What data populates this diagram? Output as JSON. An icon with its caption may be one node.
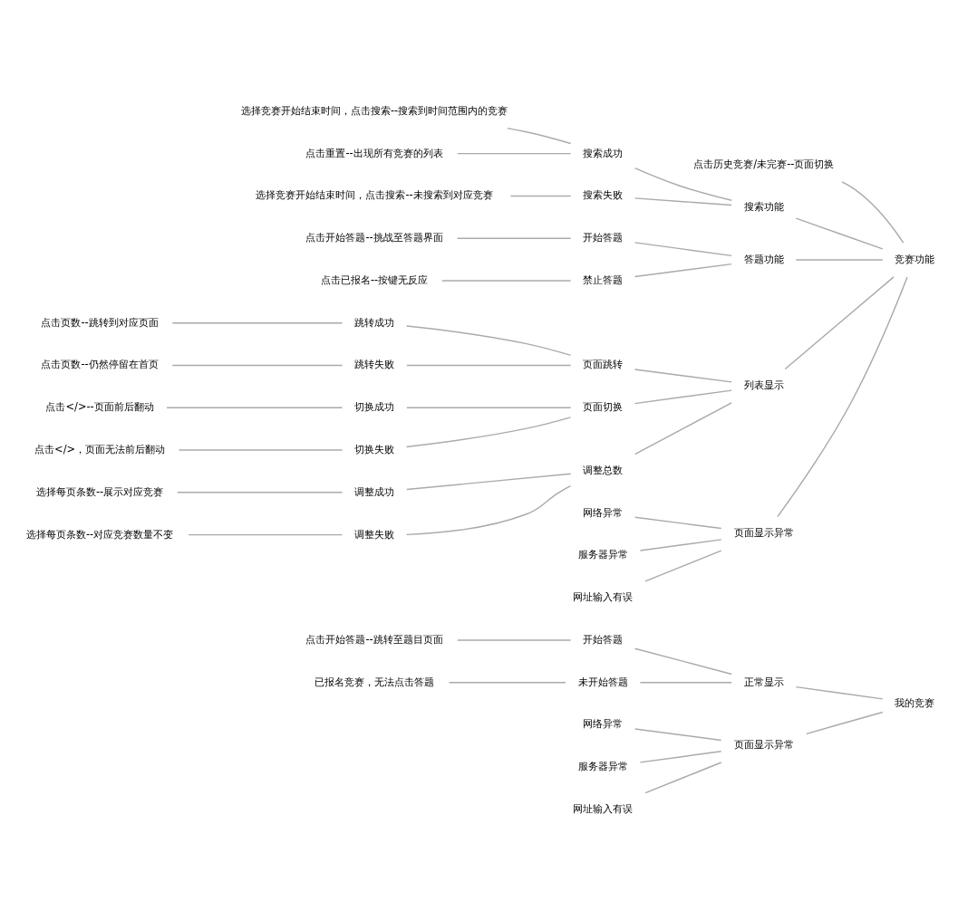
{
  "diagram": {
    "nodes": [
      {
        "text": [
          "我的竞赛"
        ]
      },
      {
        "text": [
          "正常显示"
        ]
      },
      {
        "text": [
          "开始答题"
        ]
      },
      {
        "text": [
          "点击开始答题--跳转至题目页面"
        ]
      },
      {
        "text": [
          "未开始答题"
        ]
      },
      {
        "text": [
          "已报名竞赛，无法点击答题"
        ]
      },
      {
        "text": [
          "页面显示异常"
        ]
      },
      {
        "text": [
          "网络异常"
        ]
      },
      {
        "text": [
          "服务器异常"
        ]
      },
      {
        "text": [
          "网址输入有误"
        ]
      },
      {
        "text": [
          "竞赛功能"
        ]
      },
      {
        "text": [
          "点击历史竞赛/未完赛--页面切换"
        ]
      },
      {
        "text": [
          "搜索功能"
        ]
      },
      {
        "text": [
          "搜索成功"
        ]
      },
      {
        "text": [
          "选择竞赛开始结束时间，点击搜索--搜索到时间范围内的竞赛"
        ]
      },
      {
        "text": [
          "点击重置--出现所有竞赛的列表"
        ]
      },
      {
        "text": [
          "搜索失败"
        ]
      },
      {
        "text": [
          "选择竞赛开始结束时间，点击搜索--未搜索到对应竞赛"
        ]
      },
      {
        "text": [
          "答题功能"
        ]
      },
      {
        "text": [
          "开始答题"
        ]
      },
      {
        "text": [
          "点击开始答题--挑战至答题界面"
        ]
      },
      {
        "text": [
          "禁止答题"
        ]
      },
      {
        "text": [
          "点击已报名--按键无反应"
        ]
      },
      {
        "text": [
          "列表显示"
        ]
      },
      {
        "text": [
          "页面跳转"
        ]
      },
      {
        "text": [
          "跳转成功"
        ]
      },
      {
        "text": [
          "点击页数--跳转到对应页面"
        ]
      },
      {
        "text": [
          "跳转失败"
        ]
      },
      {
        "text": [
          "点击页数--仍然停留在首页"
        ]
      },
      {
        "text": [
          "页面切换"
        ]
      },
      {
        "text": [
          "切换成功"
        ]
      },
      {
        "text": [
          "点击</>--页面前后翻动"
        ]
      },
      {
        "text": [
          "切换失败"
        ]
      },
      {
        "text": [
          "点击</>，页面无法前后翻动"
        ]
      },
      {
        "text": [
          "调整总数"
        ]
      },
      {
        "text": [
          "调整成功"
        ]
      },
      {
        "text": [
          "选择每页条数--展示对应竞赛"
        ]
      },
      {
        "text": [
          "调整失败"
        ]
      },
      {
        "text": [
          "选择每页条数--对应竞赛数量不变"
        ]
      },
      {
        "text": [
          "页面显示异常"
        ]
      },
      {
        "text": [
          "网络异常"
        ]
      },
      {
        "text": [
          "服务器异常"
        ]
      },
      {
        "text": [
          "网址输入有误"
        ]
      }
    ],
    "edges": [
      {
        "from": 0,
        "to": 1,
        "arrow": "none"
      },
      {
        "from": 1,
        "to": 2,
        "arrow": "none"
      },
      {
        "from": 2,
        "to": 3,
        "arrow": "none"
      },
      {
        "from": 1,
        "to": 4,
        "arrow": "none"
      },
      {
        "from": 4,
        "to": 5,
        "arrow": "none"
      },
      {
        "from": 0,
        "to": 6,
        "arrow": "none"
      },
      {
        "from": 6,
        "to": 7,
        "arrow": "none"
      },
      {
        "from": 6,
        "to": 8,
        "arrow": "none"
      },
      {
        "from": 6,
        "to": 9,
        "arrow": "none"
      },
      {
        "from": 10,
        "to": 11,
        "arrow": "none"
      },
      {
        "from": 10,
        "to": 12,
        "arrow": "none"
      },
      {
        "from": 12,
        "to": 13,
        "arrow": "none"
      },
      {
        "from": 13,
        "to": 14,
        "arrow": "none"
      },
      {
        "from": 13,
        "to": 15,
        "arrow": "none"
      },
      {
        "from": 12,
        "to": 16,
        "arrow": "none"
      },
      {
        "from": 16,
        "to": 17,
        "arrow": "none"
      },
      {
        "from": 10,
        "to": 18,
        "arrow": "none"
      },
      {
        "from": 18,
        "to": 19,
        "arrow": "none"
      },
      {
        "from": 19,
        "to": 20,
        "arrow": "none"
      },
      {
        "from": 18,
        "to": 21,
        "arrow": "none"
      },
      {
        "from": 21,
        "to": 22,
        "arrow": "none"
      },
      {
        "from": 10,
        "to": 23,
        "arrow": "none"
      },
      {
        "from": 23,
        "to": 24,
        "arrow": "none"
      },
      {
        "from": 24,
        "to": 25,
        "arrow": "none"
      },
      {
        "from": 25,
        "to": 26,
        "arrow": "none"
      },
      {
        "from": 24,
        "to": 27,
        "arrow": "none"
      },
      {
        "from": 27,
        "to": 28,
        "arrow": "none"
      },
      {
        "from": 23,
        "to": 29,
        "arrow": "none"
      },
      {
        "from": 29,
        "to": 30,
        "arrow": "none"
      },
      {
        "from": 30,
        "to": 31,
        "arrow": "none"
      },
      {
        "from": 29,
        "to": 32,
        "arrow": "none"
      },
      {
        "from": 32,
        "to": 33,
        "arrow": "none"
      },
      {
        "from": 23,
        "to": 34,
        "arrow": "none"
      },
      {
        "from": 34,
        "to": 35,
        "arrow": "none"
      },
      {
        "from": 35,
        "to": 36,
        "arrow": "none"
      },
      {
        "from": 34,
        "to": 37,
        "arrow": "none"
      },
      {
        "from": 37,
        "to": 38,
        "arrow": "none"
      },
      {
        "from": 10,
        "to": 39,
        "arrow": "none"
      },
      {
        "from": 39,
        "to": 40,
        "arrow": "none"
      },
      {
        "from": 39,
        "to": 41,
        "arrow": "none"
      },
      {
        "from": 39,
        "to": 42,
        "arrow": "none"
      }
    ]
  }
}
